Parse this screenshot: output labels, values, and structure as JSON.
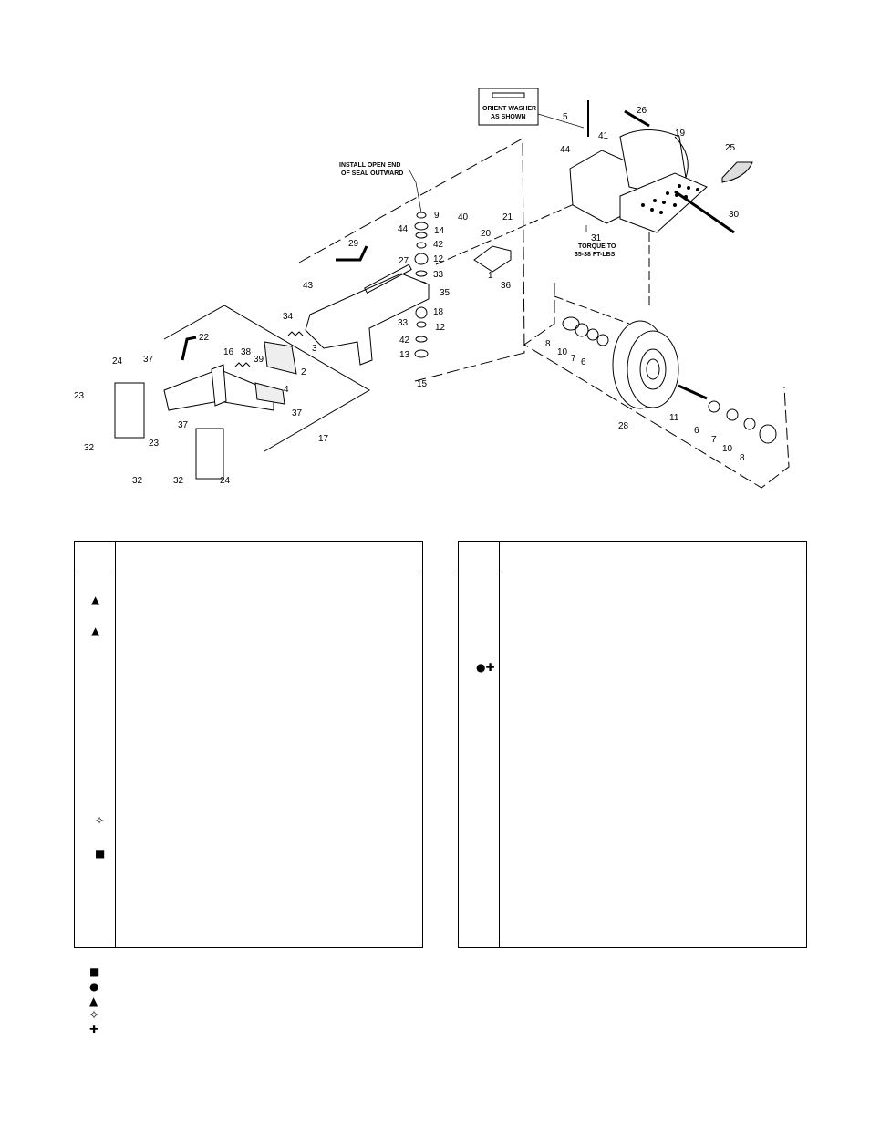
{
  "callouts": {
    "c1": "1",
    "c2": "2",
    "c3": "3",
    "c4": "4",
    "c5": "5",
    "c6a": "6",
    "c6b": "6",
    "c7a": "7",
    "c7b": "7",
    "c8a": "8",
    "c8b": "8",
    "c9": "9",
    "c10a": "10",
    "c10b": "10",
    "c11": "11",
    "c12a": "12",
    "c12b": "12",
    "c13": "13",
    "c14": "14",
    "c15": "15",
    "c16": "16",
    "c17": "17",
    "c18": "18",
    "c19": "19",
    "c20": "20",
    "c21": "21",
    "c22": "22",
    "c23a": "23",
    "c23b": "23",
    "c24a": "24",
    "c24b": "24",
    "c25": "25",
    "c26": "26",
    "c27": "27",
    "c28": "28",
    "c29": "29",
    "c30": "30",
    "c31": "31",
    "c32a": "32",
    "c32b": "32",
    "c32c": "32",
    "c33a": "33",
    "c33b": "33",
    "c34": "34",
    "c35": "35",
    "c36": "36",
    "c37a": "37",
    "c37b": "37",
    "c37c": "37",
    "c38": "38",
    "c39": "39",
    "c40": "40",
    "c41": "41",
    "c42a": "42",
    "c42b": "42",
    "c43": "43",
    "c44a": "44",
    "c44b": "44"
  },
  "notes": {
    "seal_line1": "INSTALL OPEN END",
    "seal_line2": "OF SEAL OUTWARD",
    "washer_line1": "ORIENT WASHER",
    "washer_line2": "AS SHOWN",
    "torque_line1": "TORQUE TO",
    "torque_line2": "35-38 FT-LBS"
  },
  "left_table": {
    "symbols": [
      "▲",
      "▲",
      "✧",
      "■"
    ]
  },
  "right_table": {
    "symbols": [
      "●✚"
    ]
  },
  "legend": [
    "■",
    "●",
    "▲",
    "✧",
    "✚"
  ]
}
